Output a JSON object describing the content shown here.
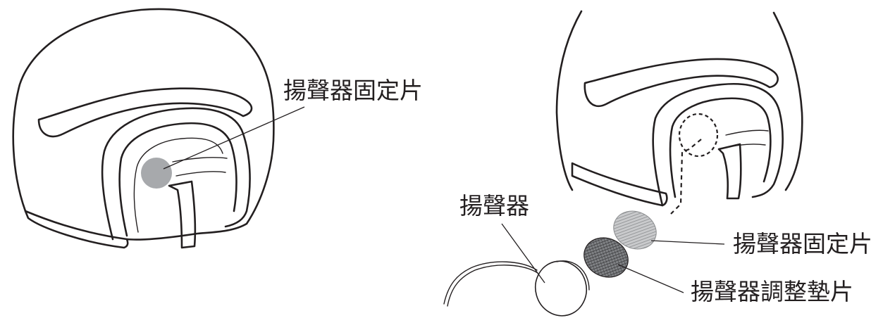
{
  "left_figure": {
    "speaker_mount_label": "揚聲器固定片"
  },
  "right_figure": {
    "speaker_label": "揚聲器",
    "speaker_mount_label": "揚聲器固定片",
    "speaker_spacer_label": "揚聲器調整墊片"
  },
  "colors": {
    "ink": "#231f20",
    "mount_fill": "#a7a9ac",
    "mount_hatch": "#8a8c8e",
    "spacer_hatch": "#4d4d4f",
    "background": "#ffffff"
  }
}
